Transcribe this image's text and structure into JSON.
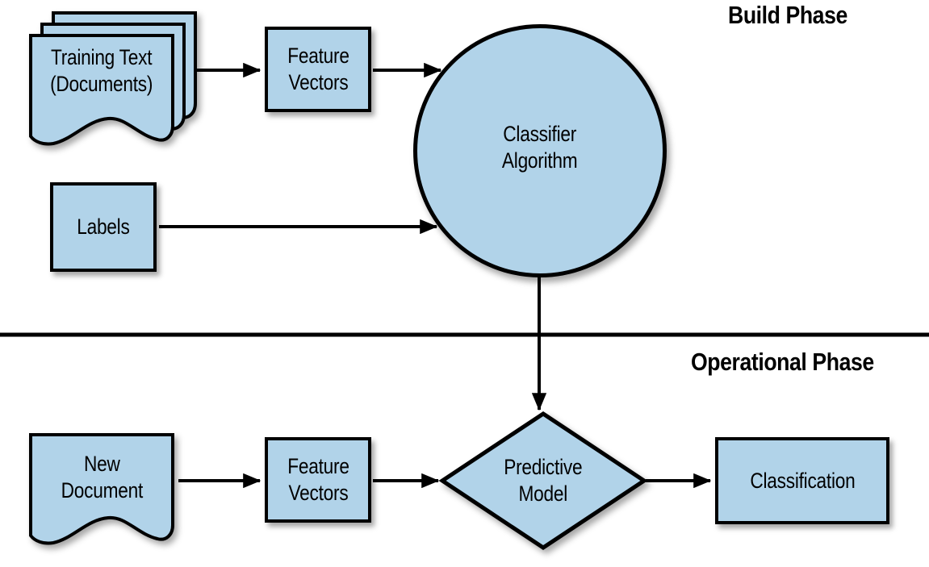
{
  "phases": {
    "build": "Build Phase",
    "operational": "Operational Phase"
  },
  "nodes": {
    "training_text": {
      "shape": "document-stack",
      "line1": "Training Text",
      "line2": "(Documents)"
    },
    "feature_vectors_build": {
      "shape": "rect",
      "line1": "Feature",
      "line2": "Vectors"
    },
    "classifier_algorithm": {
      "shape": "circle",
      "line1": "Classifier",
      "line2": "Algorithm"
    },
    "labels": {
      "shape": "rect",
      "line1": "Labels"
    },
    "new_document": {
      "shape": "document",
      "line1": "New",
      "line2": "Document"
    },
    "feature_vectors_operational": {
      "shape": "rect",
      "line1": "Feature",
      "line2": "Vectors"
    },
    "predictive_model": {
      "shape": "diamond",
      "line1": "Predictive",
      "line2": "Model"
    },
    "classification": {
      "shape": "rect",
      "line1": "Classification"
    }
  },
  "edges": [
    {
      "from": "Training Text (Documents)",
      "to": "Feature Vectors (build)"
    },
    {
      "from": "Feature Vectors (build)",
      "to": "Classifier Algorithm"
    },
    {
      "from": "Labels",
      "to": "Classifier Algorithm"
    },
    {
      "from": "Classifier Algorithm",
      "to": "Predictive Model"
    },
    {
      "from": "New Document",
      "to": "Feature Vectors (operational)"
    },
    {
      "from": "Feature Vectors (operational)",
      "to": "Predictive Model"
    },
    {
      "from": "Predictive Model",
      "to": "Classification"
    }
  ],
  "colors": {
    "node_fill": "#b1d3e9",
    "stroke": "#000000",
    "text": "#000000",
    "background": "#ffffff"
  }
}
